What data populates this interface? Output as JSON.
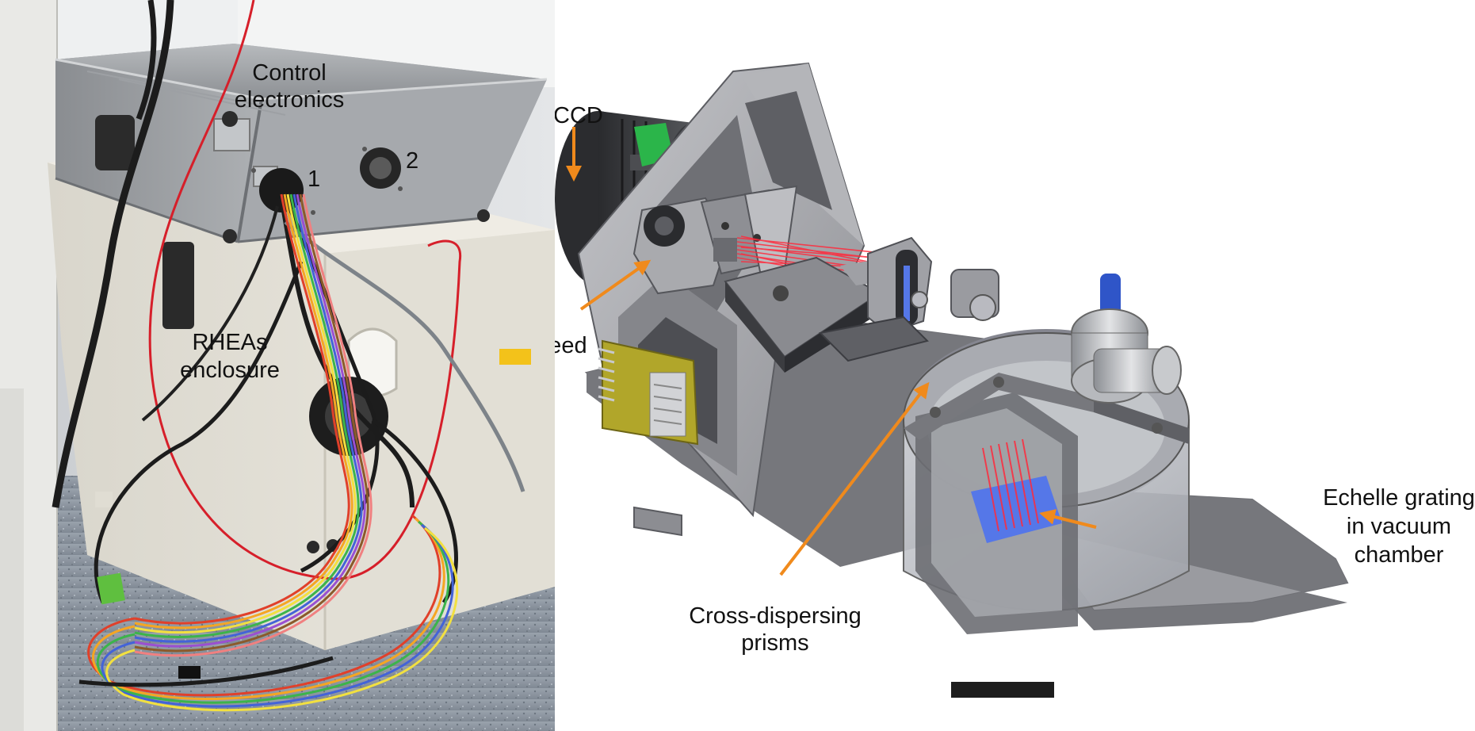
{
  "photo_panel": {
    "labels": {
      "control_electronics": [
        "Control",
        "electronics"
      ],
      "rheas_enclosure": [
        "RHEAs",
        "enclosure"
      ],
      "port_1": "1",
      "port_2": "2"
    }
  },
  "cad_panel": {
    "labels": {
      "ccd": "CCD",
      "fiber_feed": "Fiber feed",
      "cross_dispersing": [
        "Cross-dispersing",
        "prisms"
      ],
      "echelle": [
        "Echelle grating",
        "in vacuum",
        "chamber"
      ]
    }
  },
  "colors": {
    "arrow": "#f08a1c",
    "laser": "#ff2a3c",
    "grating": "#5577e8",
    "metal": "#a3a4a8",
    "pcb": "#b1a62a",
    "green_part": "#2bb54a",
    "cable_red": "#d61f2a"
  }
}
